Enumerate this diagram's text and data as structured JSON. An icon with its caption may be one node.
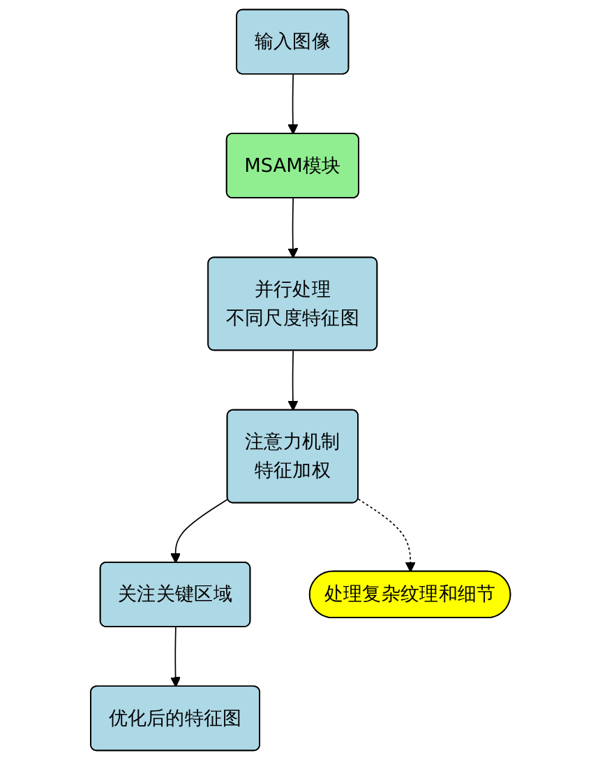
{
  "diagram": {
    "nodes": [
      {
        "text": [
          "输入图像"
        ]
      },
      {
        "text": [
          "MSAM模块"
        ]
      },
      {
        "text": [
          "并行处理",
          "不同尺度特征图"
        ]
      },
      {
        "text": [
          "注意力机制",
          "特征加权"
        ]
      },
      {
        "text": [
          "关注关键区域"
        ]
      },
      {
        "text": [
          "处理复杂纹理和细节"
        ]
      },
      {
        "text": [
          "优化后的特征图"
        ]
      }
    ],
    "edges": [
      {
        "from": 0,
        "to": 1,
        "arrow": "to"
      },
      {
        "from": 1,
        "to": 2,
        "arrow": "to"
      },
      {
        "from": 2,
        "to": 3,
        "arrow": "to"
      },
      {
        "from": 3,
        "to": 4,
        "arrow": "to"
      },
      {
        "from": 3,
        "to": 5,
        "arrow": "to",
        "style": "dashed"
      },
      {
        "from": 4,
        "to": 6,
        "arrow": "to"
      }
    ]
  }
}
